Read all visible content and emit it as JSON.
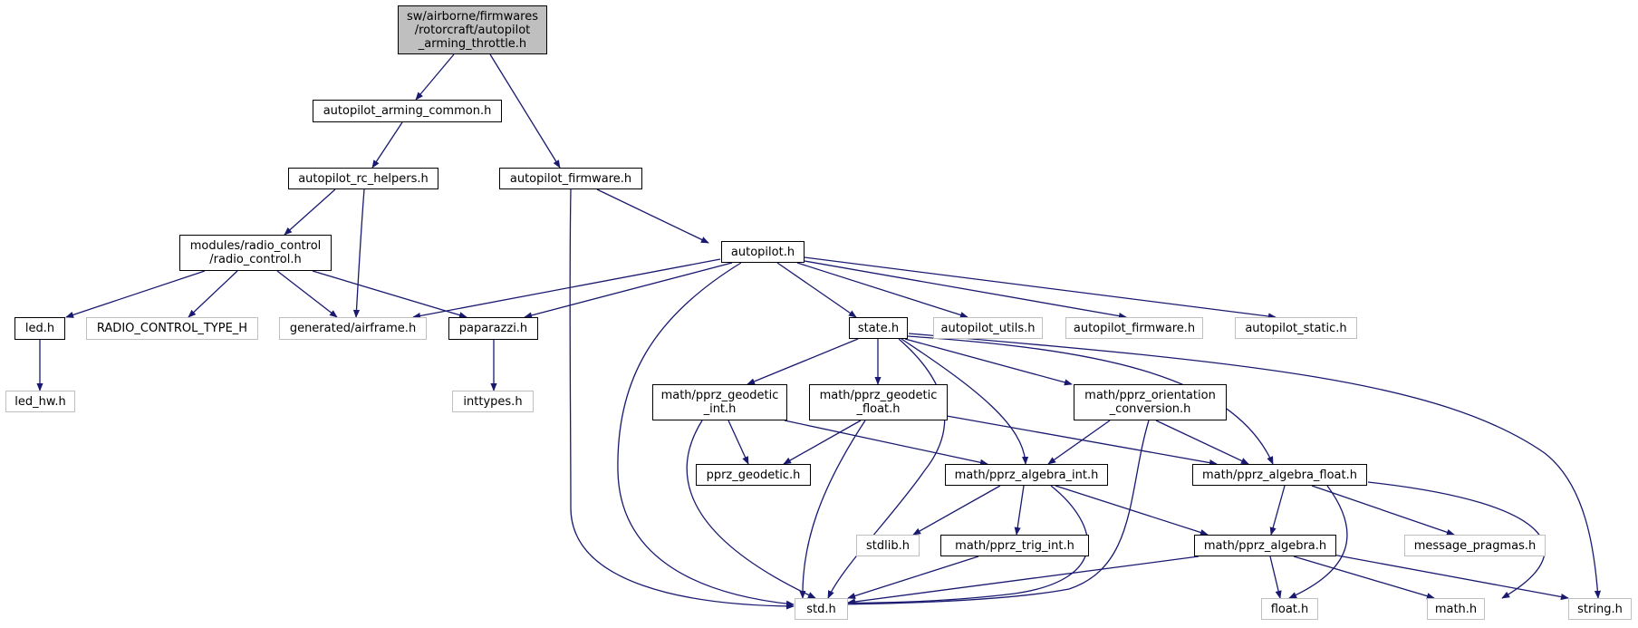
{
  "graph": {
    "nodes": [
      {
        "id": "n_root",
        "label": "sw/airborne/firmwares\n/rotorcraft/autopilot\n_arming_throttle.h",
        "style": "root"
      },
      {
        "id": "n_arming_common",
        "label": "autopilot_arming_common.h",
        "style": "solid"
      },
      {
        "id": "n_rc_helpers",
        "label": "autopilot_rc_helpers.h",
        "style": "solid"
      },
      {
        "id": "n_ap_firmware",
        "label": "autopilot_firmware.h",
        "style": "solid"
      },
      {
        "id": "n_radio_control",
        "label": "modules/radio_control\n/radio_control.h",
        "style": "solid"
      },
      {
        "id": "n_autopilot",
        "label": "autopilot.h",
        "style": "solid"
      },
      {
        "id": "n_led",
        "label": "led.h",
        "style": "solid"
      },
      {
        "id": "n_rc_type",
        "label": "RADIO_CONTROL_TYPE_H",
        "style": "ghost"
      },
      {
        "id": "n_airframe",
        "label": "generated/airframe.h",
        "style": "ghost"
      },
      {
        "id": "n_paparazzi",
        "label": "paparazzi.h",
        "style": "solid"
      },
      {
        "id": "n_state",
        "label": "state.h",
        "style": "solid"
      },
      {
        "id": "n_ap_utils",
        "label": "autopilot_utils.h",
        "style": "ghost"
      },
      {
        "id": "n_ap_firmware2",
        "label": "autopilot_firmware.h",
        "style": "ghost"
      },
      {
        "id": "n_ap_static",
        "label": "autopilot_static.h",
        "style": "ghost"
      },
      {
        "id": "n_led_hw",
        "label": "led_hw.h",
        "style": "ghost"
      },
      {
        "id": "n_inttypes",
        "label": "inttypes.h",
        "style": "ghost"
      },
      {
        "id": "n_geodetic_int",
        "label": "math/pprz_geodetic\n_int.h",
        "style": "solid"
      },
      {
        "id": "n_geodetic_float",
        "label": "math/pprz_geodetic\n_float.h",
        "style": "solid"
      },
      {
        "id": "n_orientation",
        "label": "math/pprz_orientation\n_conversion.h",
        "style": "solid"
      },
      {
        "id": "n_pprz_geodetic",
        "label": "pprz_geodetic.h",
        "style": "solid"
      },
      {
        "id": "n_algebra_int",
        "label": "math/pprz_algebra_int.h",
        "style": "solid"
      },
      {
        "id": "n_algebra_float",
        "label": "math/pprz_algebra_float.h",
        "style": "solid"
      },
      {
        "id": "n_stdlib",
        "label": "stdlib.h",
        "style": "ghost"
      },
      {
        "id": "n_trig_int",
        "label": "math/pprz_trig_int.h",
        "style": "solid"
      },
      {
        "id": "n_algebra",
        "label": "math/pprz_algebra.h",
        "style": "solid"
      },
      {
        "id": "n_msg_pragmas",
        "label": "message_pragmas.h",
        "style": "ghost"
      },
      {
        "id": "n_std",
        "label": "std.h",
        "style": "ghost"
      },
      {
        "id": "n_float",
        "label": "float.h",
        "style": "ghost"
      },
      {
        "id": "n_math",
        "label": "math.h",
        "style": "ghost"
      },
      {
        "id": "n_string",
        "label": "string.h",
        "style": "ghost"
      }
    ],
    "colors": {
      "edge": "#191970",
      "node_border": "#000000",
      "ghost_border": "#bfbfbf",
      "root_fill": "#bfbfbf"
    }
  }
}
